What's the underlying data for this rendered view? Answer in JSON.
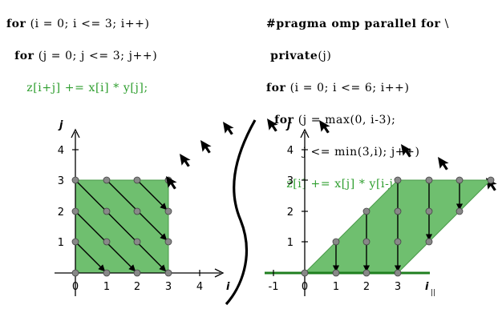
{
  "code_left": {
    "line1_kw": "for",
    "line1_rest": " (i = 0; i <= 3; i++)",
    "line2_kw": "for",
    "line2_rest": " (j = 0; j <= 3; j++)",
    "line3": "z[i+j] += x[i] * y[j];"
  },
  "code_right": {
    "line1_kw": "#pragma omp parallel for",
    "line1_rest": " \\",
    "line2_kw": "private",
    "line2_rest": "(j)",
    "line3_kw": "for",
    "line3_rest": " (i = 0; i <= 6; i++)",
    "line4_kw": "for",
    "line4_rest": " (j = max(0, i-3);",
    "line5": "j <= min(3,i); j++)",
    "line6": "z[i] += x[j] * y[i-j];"
  },
  "left_plot": {
    "ylabel": "j",
    "xlabel": "i",
    "xticks": [
      "0",
      "1",
      "2",
      "3",
      "4"
    ],
    "yticks": [
      "1",
      "2",
      "3",
      "4"
    ]
  },
  "right_plot": {
    "ylabel": "j",
    "xlabel": "i",
    "xlabel_sub": "||",
    "xticks": [
      "-1",
      "0",
      "1",
      "2",
      "3"
    ],
    "yticks": [
      "1",
      "2",
      "3",
      "4"
    ]
  },
  "colors": {
    "fill": "#6fbf6f",
    "code_green": "#2e9e2e",
    "axis_green": "#1f7f1f",
    "point": "#888888"
  }
}
